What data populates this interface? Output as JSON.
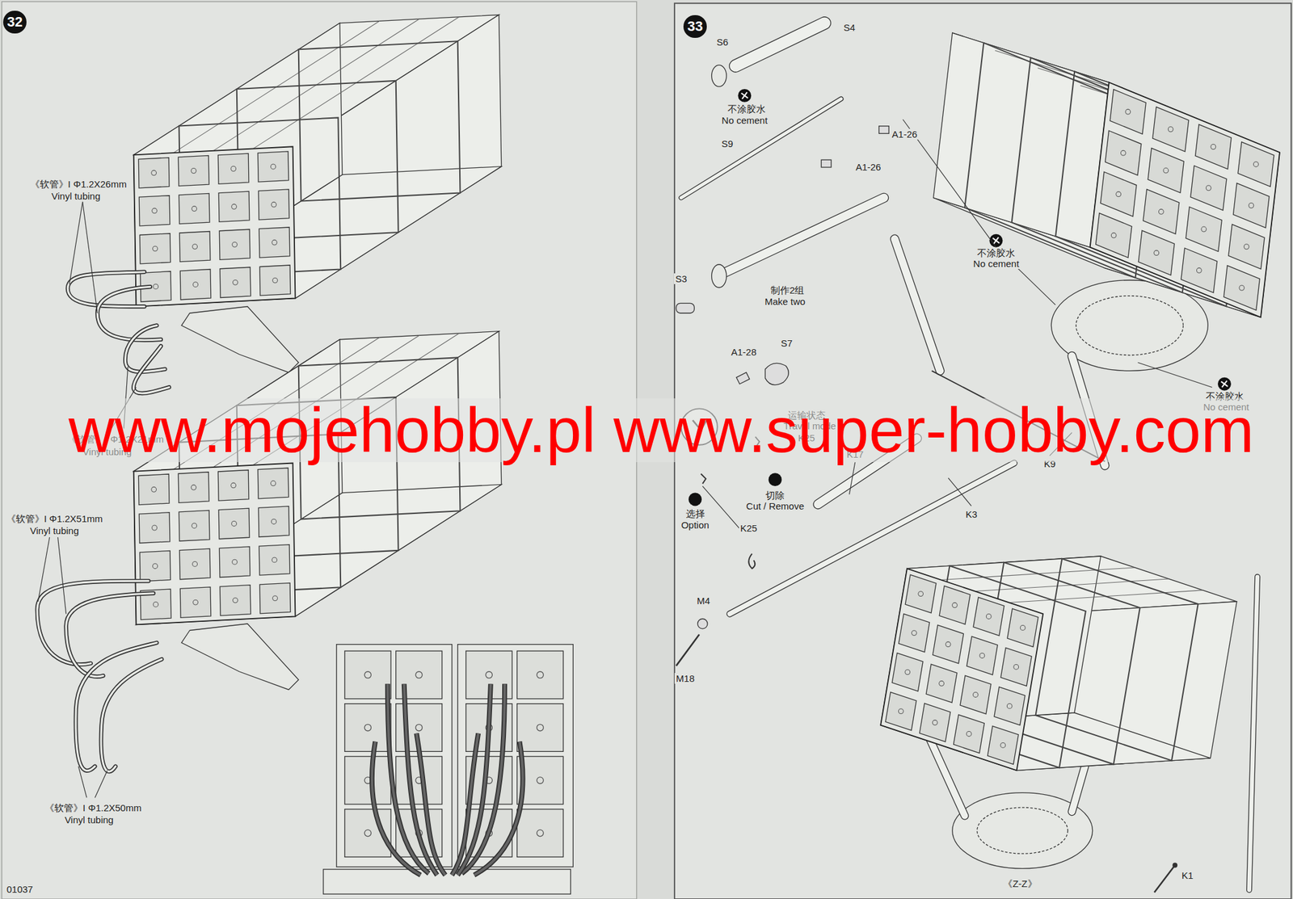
{
  "diagram": {
    "nodes": [
      {
        "text": [
          "32"
        ]
      },
      {
        "text": [
          "33"
        ]
      }
    ],
    "labels": [
      "《软管》I Φ1.2X26mm",
      "Vinyl tubing",
      "《软管》I Φ1.2X21mm",
      "Vinyl tubing",
      "《软管》I Φ1.2X51mm",
      "Vinyl tubing",
      "《软管》I Φ1.2X50mm",
      "Vinyl tubing",
      "01037",
      "S4",
      "S6",
      "不涂胶水",
      "No cement",
      "A1-26",
      "S9",
      "A1-26",
      "S3",
      "制作2组",
      "Make two",
      "A1-28",
      "S7",
      "不涂胶水",
      "No cement",
      "不涂胶水",
      "No cement",
      "运输状态",
      "Travel mode",
      "K25",
      "切除",
      "Cut / Remove",
      "选择",
      "Option",
      "K25",
      "K17",
      "K9",
      "K3",
      "M4",
      "M18",
      "K1",
      "《Z-Z》",
      "www.mojehobby.pl www.super-hobby.com"
    ]
  }
}
